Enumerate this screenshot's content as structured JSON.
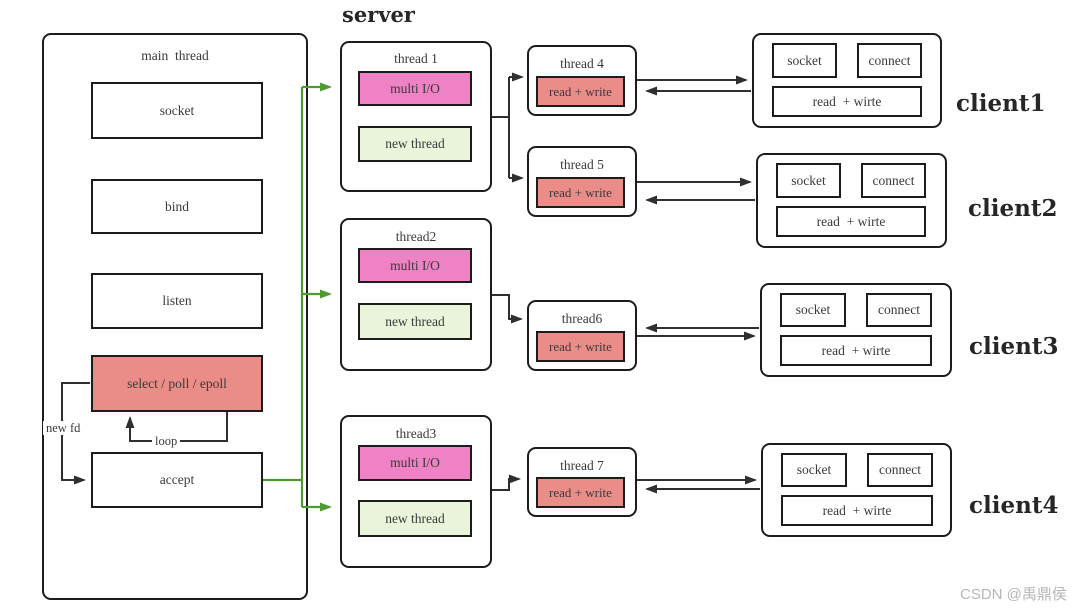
{
  "title": "server",
  "main_thread": {
    "label": "main  thread",
    "steps": [
      {
        "label": "socket"
      },
      {
        "label": "bind"
      },
      {
        "label": "listen"
      },
      {
        "label": "select / poll / epoll"
      },
      {
        "label": "accept"
      }
    ],
    "loop_label": "loop",
    "new_fd_label": "new fd"
  },
  "worker_threads": [
    {
      "title": "thread 1",
      "io_label": "multi I/O",
      "spawn_label": "new thread"
    },
    {
      "title": "thread2",
      "io_label": "multi I/O",
      "spawn_label": "new thread"
    },
    {
      "title": "thread3",
      "io_label": "multi I/O",
      "spawn_label": "new thread"
    }
  ],
  "io_threads": [
    {
      "title": "thread 4",
      "task_label": "read + write"
    },
    {
      "title": "thread 5",
      "task_label": "read + write"
    },
    {
      "title": "thread6",
      "task_label": "read + write"
    },
    {
      "title": "thread 7",
      "task_label": "read + write"
    }
  ],
  "clients": [
    {
      "name": "client1",
      "socket_label": "socket",
      "connect_label": "connect",
      "rw_label": "read  + wirte"
    },
    {
      "name": "client2",
      "socket_label": "socket",
      "connect_label": "connect",
      "rw_label": "read  + wirte"
    },
    {
      "name": "client3",
      "socket_label": "socket",
      "connect_label": "connect",
      "rw_label": "read  + wirte"
    },
    {
      "name": "client4",
      "socket_label": "socket",
      "connect_label": "connect",
      "rw_label": "read  + wirte"
    }
  ],
  "watermark": "CSDN @禹鼎侯",
  "colors": {
    "multi_io_pink": "#ee82c4",
    "read_write_salmon": "#ea8c88",
    "new_thread_green": "#e9f4da",
    "connector_green": "#4f9a31",
    "connector_dark": "#2f2f2f"
  }
}
